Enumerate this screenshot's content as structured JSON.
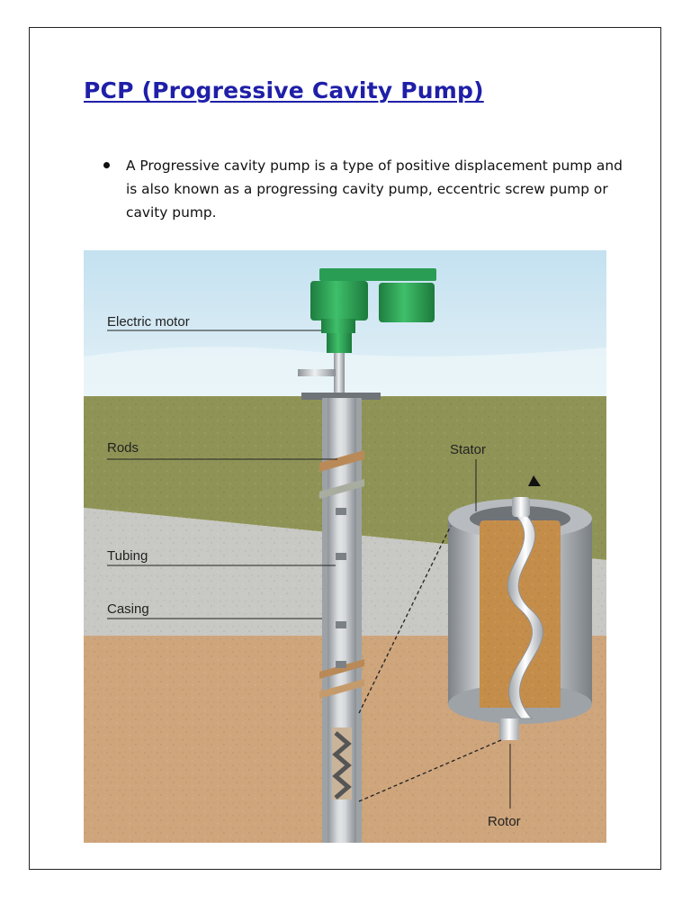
{
  "document": {
    "title": "PCP (Progressive Cavity Pump)",
    "bullets": [
      "A Progressive cavity pump is a type of positive displacement pump and is also known as a progressing cavity pump, eccentric screw pump or cavity pump."
    ]
  },
  "figure": {
    "labels": {
      "electric_motor": "Electric motor",
      "rods": "Rods",
      "tubing": "Tubing",
      "casing": "Casing",
      "stator": "Stator",
      "rotor": "Rotor"
    }
  },
  "colors": {
    "title": "#1f1fa8",
    "sky": "#cfe6f2",
    "upper_ground": "#8f9456",
    "grey_layer": "#c8c8c4",
    "lower_ground": "#cfa57c",
    "motor_green": "#2fa45a",
    "steel": "#b9bcc0",
    "sand": "#b5813f"
  }
}
